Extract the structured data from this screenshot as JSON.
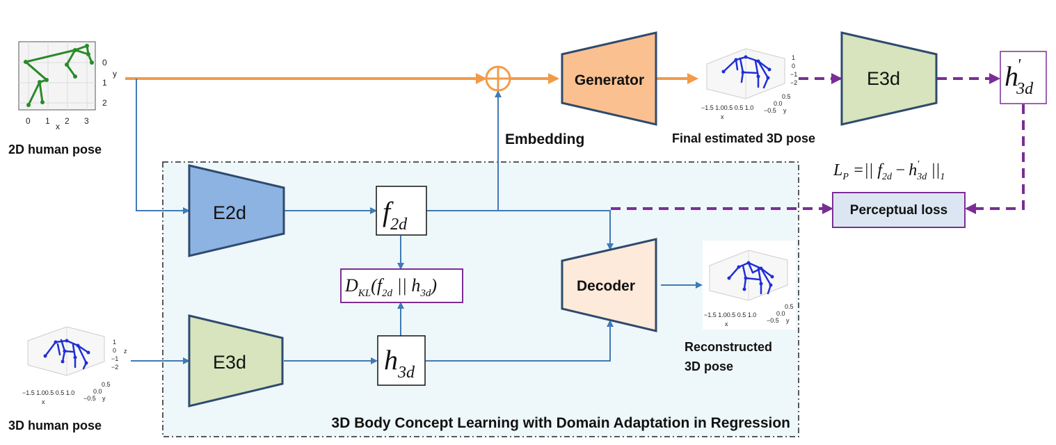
{
  "colors": {
    "orange": "#f39a48",
    "blue_arrow": "#3f7ab5",
    "purple": "#7a2e95",
    "e2d_fill": "#8db3e2",
    "e3d_fill": "#d7e4bd",
    "generator_fill": "#fac090",
    "decoder_fill": "#fdeada",
    "perceptual_fill": "#dce6f2",
    "region_fill": "#eef7fa",
    "block_stroke": "#2e4a6e"
  },
  "inputs": {
    "pose2d_label": "2D human pose",
    "pose3d_label": "3D human pose"
  },
  "blocks": {
    "e2d": "E2d",
    "e3d_lower": "E3d",
    "e3d_upper": "E3d",
    "generator": "Generator",
    "decoder": "Decoder",
    "perceptual_loss": "Perceptual loss"
  },
  "labels": {
    "embedding": "Embedding",
    "final_pose": "Final estimated 3D pose",
    "reconstructed_line1": "Reconstructed",
    "reconstructed_line2": "3D pose",
    "region_title": "3D Body Concept Learning with Domain Adaptation in Regression"
  },
  "math": {
    "f2d_base": "f",
    "f2d_sub": "2d",
    "h3d_base": "h",
    "h3d_sub": "3d",
    "h3d_prime_base": "h",
    "h3d_prime_sup": "'",
    "h3d_prime_sub": "3d",
    "dkl": "D",
    "dkl_sub": "KL",
    "dkl_args_open": "(",
    "dkl_arg1": "f",
    "dkl_arg1_sub": "2d",
    "dkl_sep": " || ",
    "dkl_arg2": "h",
    "dkl_arg2_sub": "3d",
    "dkl_close": ")",
    "loss_L": "L",
    "loss_L_sub": "P",
    "loss_eq": "=|| ",
    "loss_f": "f",
    "loss_f_sub": "2d",
    "loss_minus": "−",
    "loss_h": "h",
    "loss_h_sup": "'",
    "loss_h_sub": "3d",
    "loss_norm": " ||",
    "loss_norm_sub": "1"
  },
  "plot2d": {
    "x_label": "x",
    "y_label": "y",
    "x_ticks": [
      "0",
      "1",
      "2",
      "3"
    ],
    "y_ticks": [
      "0",
      "1",
      "2"
    ]
  },
  "plot3d": {
    "x_label": "x",
    "y_label": "y",
    "z_label": "z",
    "x_ticks": "−1.5 1.00.5 0.5 1.0",
    "y_ticks": [
      "0.5",
      "0.0",
      "−0.5"
    ],
    "z_ticks": [
      "1",
      "0",
      "−1",
      "−2"
    ]
  }
}
